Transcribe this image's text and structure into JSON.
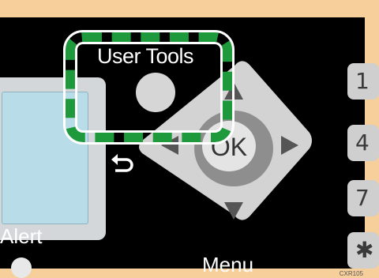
{
  "panel": {
    "user_tools_label": "User Tools",
    "alert_label": "Alert",
    "menu_label": "Menu",
    "ok_label": "OK",
    "side_keys": [
      "1",
      "4",
      "7",
      "✱"
    ]
  },
  "figure_code": "CXR105",
  "colors": {
    "background": "#f6cf9a",
    "panel": "#000000",
    "callout": "#1e9a3c",
    "dpad": "#d3d3d3",
    "screen": "#b9dde8"
  },
  "icons": [
    "back-arrow-icon",
    "arrow-up-icon",
    "arrow-down-icon",
    "arrow-left-icon",
    "arrow-right-icon"
  ]
}
